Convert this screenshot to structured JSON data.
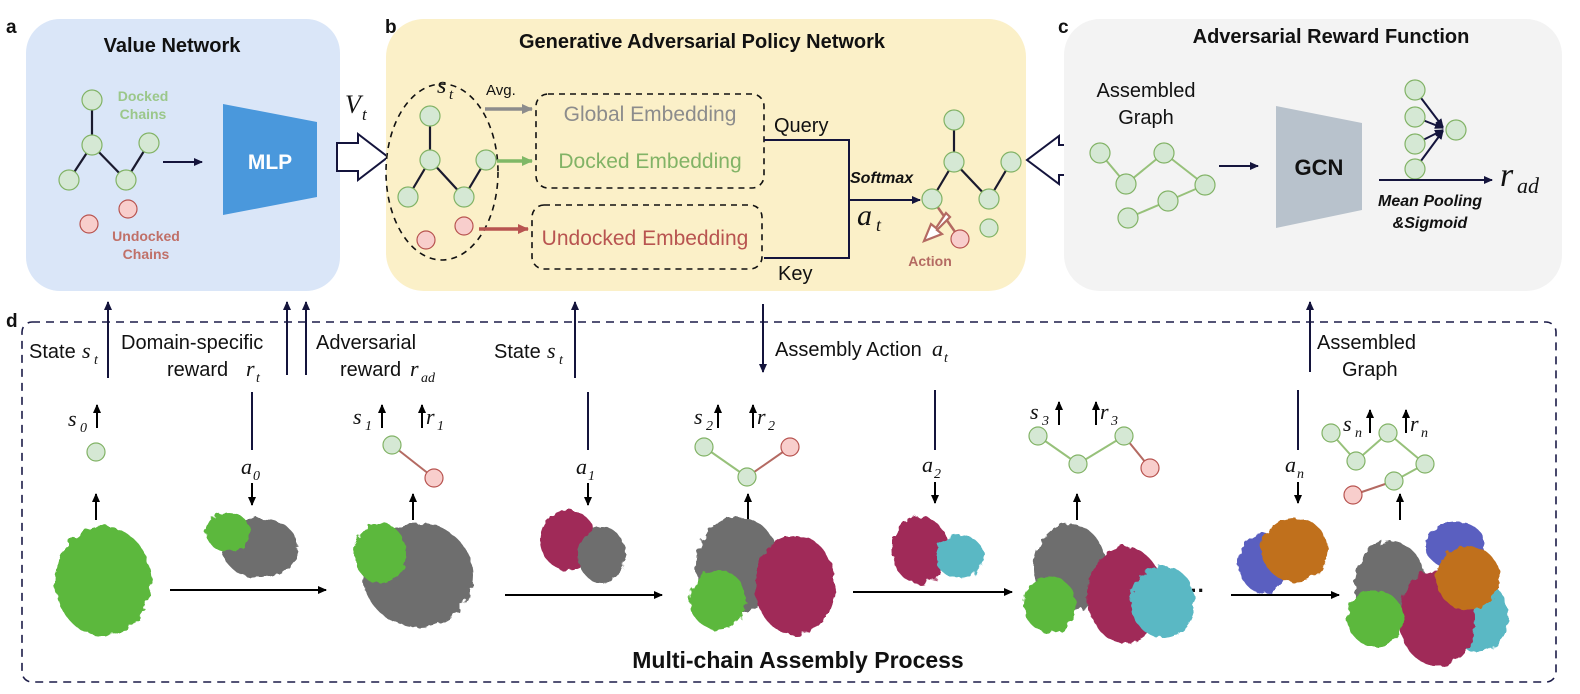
{
  "panels": {
    "a": {
      "letter": "a",
      "title": "Value Network",
      "docked_label_1": "Docked",
      "docked_label_2": "Chains",
      "undocked_label_1": "Undocked",
      "undocked_label_2": "Chains",
      "mlp_label": "MLP",
      "output_symbol": "V",
      "output_sub": "t",
      "bg_color": "#dae6f8",
      "mlp_color": "#4a98dc"
    },
    "b": {
      "letter": "b",
      "title": "Generative Adversarial Policy Network",
      "state_symbol": "s",
      "state_sub": "t",
      "avg_label": "Avg.",
      "global_embedding": "Global Embedding",
      "docked_embedding": "Docked Embedding",
      "undocked_embedding": "Undocked Embedding",
      "query_label": "Query",
      "key_label": "Key",
      "softmax_label": "Softmax",
      "action_symbol": "a",
      "action_sub": "t",
      "action_label": "Action",
      "bg_color": "#fbf0c8",
      "global_color": "#8c8c8c",
      "docked_color": "#82b366",
      "undocked_color": "#b85450"
    },
    "c": {
      "letter": "c",
      "title": "Adversarial Reward Function",
      "graph_label_1": "Assembled",
      "graph_label_2": "Graph",
      "gcn_label": "GCN",
      "pooling_label_1": "Mean Pooling",
      "pooling_label_2": "&Sigmoid",
      "output_symbol": "r",
      "output_sub": "ad",
      "bg_color": "#f3f3f3",
      "gcn_color": "#b8c2cc"
    },
    "d": {
      "letter": "d",
      "title": "Multi-chain Assembly Process",
      "state_label_1": "State",
      "state_symbol": "s",
      "state_sub": "t",
      "domain_reward_1": "Domain-specific",
      "domain_reward_2": "reward",
      "domain_reward_symbol": "r",
      "domain_reward_sub": "t",
      "adv_reward_1": "Adversarial",
      "adv_reward_2": "reward",
      "adv_reward_symbol": "r",
      "adv_reward_sub": "ad",
      "state_label_2": "State",
      "assembly_action_label": "Assembly Action",
      "assembly_action_symbol": "a",
      "assembly_action_sub": "t",
      "assembled_graph_1": "Assembled",
      "assembled_graph_2": "Graph",
      "ellipsis": "···",
      "steps": [
        {
          "state": "s",
          "state_sub": "0"
        },
        {
          "state": "s",
          "state_sub": "1",
          "reward": "r",
          "reward_sub": "1"
        },
        {
          "state": "s",
          "state_sub": "2",
          "reward": "r",
          "reward_sub": "2"
        },
        {
          "state": "s",
          "state_sub": "3",
          "reward": "r",
          "reward_sub": "3"
        },
        {
          "state": "s",
          "state_sub": "n",
          "reward": "r",
          "reward_sub": "n"
        }
      ],
      "actions": [
        {
          "symbol": "a",
          "sub": "0"
        },
        {
          "symbol": "a",
          "sub": "1"
        },
        {
          "symbol": "a",
          "sub": "2"
        },
        {
          "symbol": "a",
          "sub": "n"
        }
      ],
      "protein_colors": {
        "green": "#5cb83c",
        "gray": "#6e6e6e",
        "magenta": "#a02c58",
        "cyan": "#5ab8c4",
        "blue": "#5a5ec0",
        "orange": "#c0701e"
      }
    }
  }
}
